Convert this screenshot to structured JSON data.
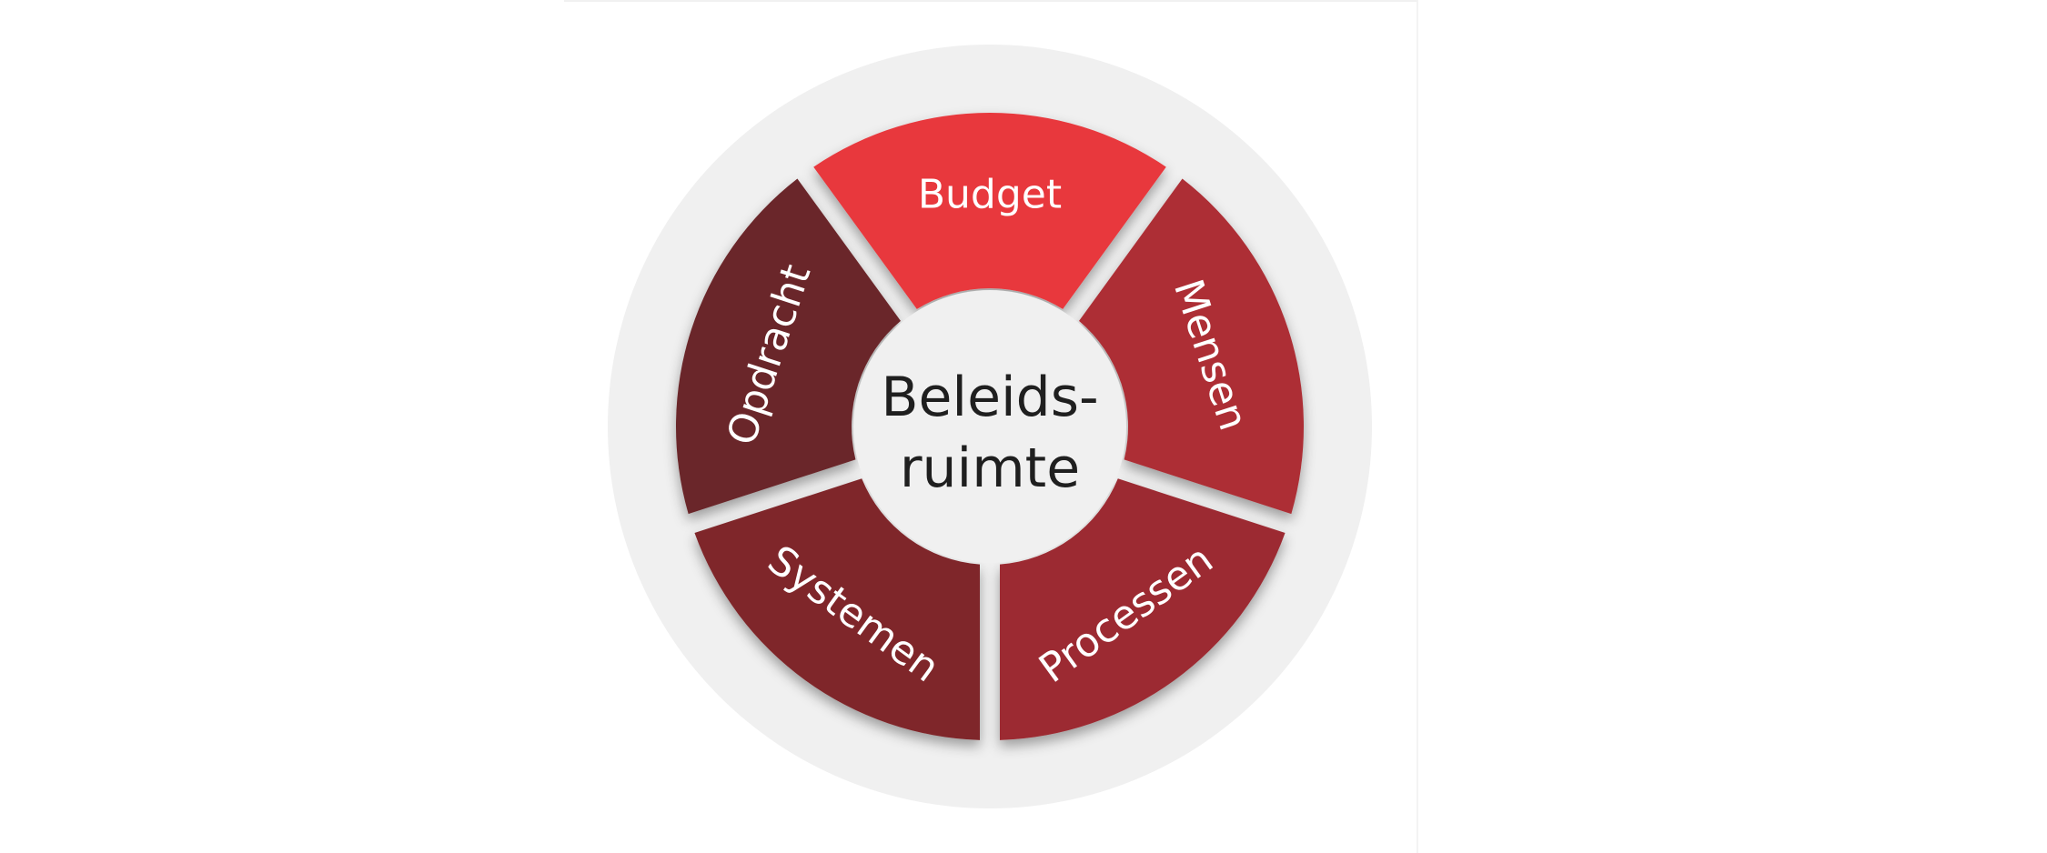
{
  "diagram": {
    "center": {
      "lines": [
        "Beleids-",
        "ruimte"
      ]
    },
    "segments": [
      {
        "id": "budget",
        "label": "Budget",
        "color": "#e8383d"
      },
      {
        "id": "mensen",
        "label": "Mensen",
        "color": "#ad2e35"
      },
      {
        "id": "processen",
        "label": "Processen",
        "color": "#9c2b31"
      },
      {
        "id": "systemen",
        "label": "Systemen",
        "color": "#7f282c"
      },
      {
        "id": "opdracht",
        "label": "Opdracht",
        "color": "#6a2729"
      }
    ],
    "colors": {
      "outer_ring": "#f0f0f0",
      "center_disc": "#f0f0f0",
      "label_text": "#ffffff",
      "center_text": "#1f1f1f"
    }
  }
}
